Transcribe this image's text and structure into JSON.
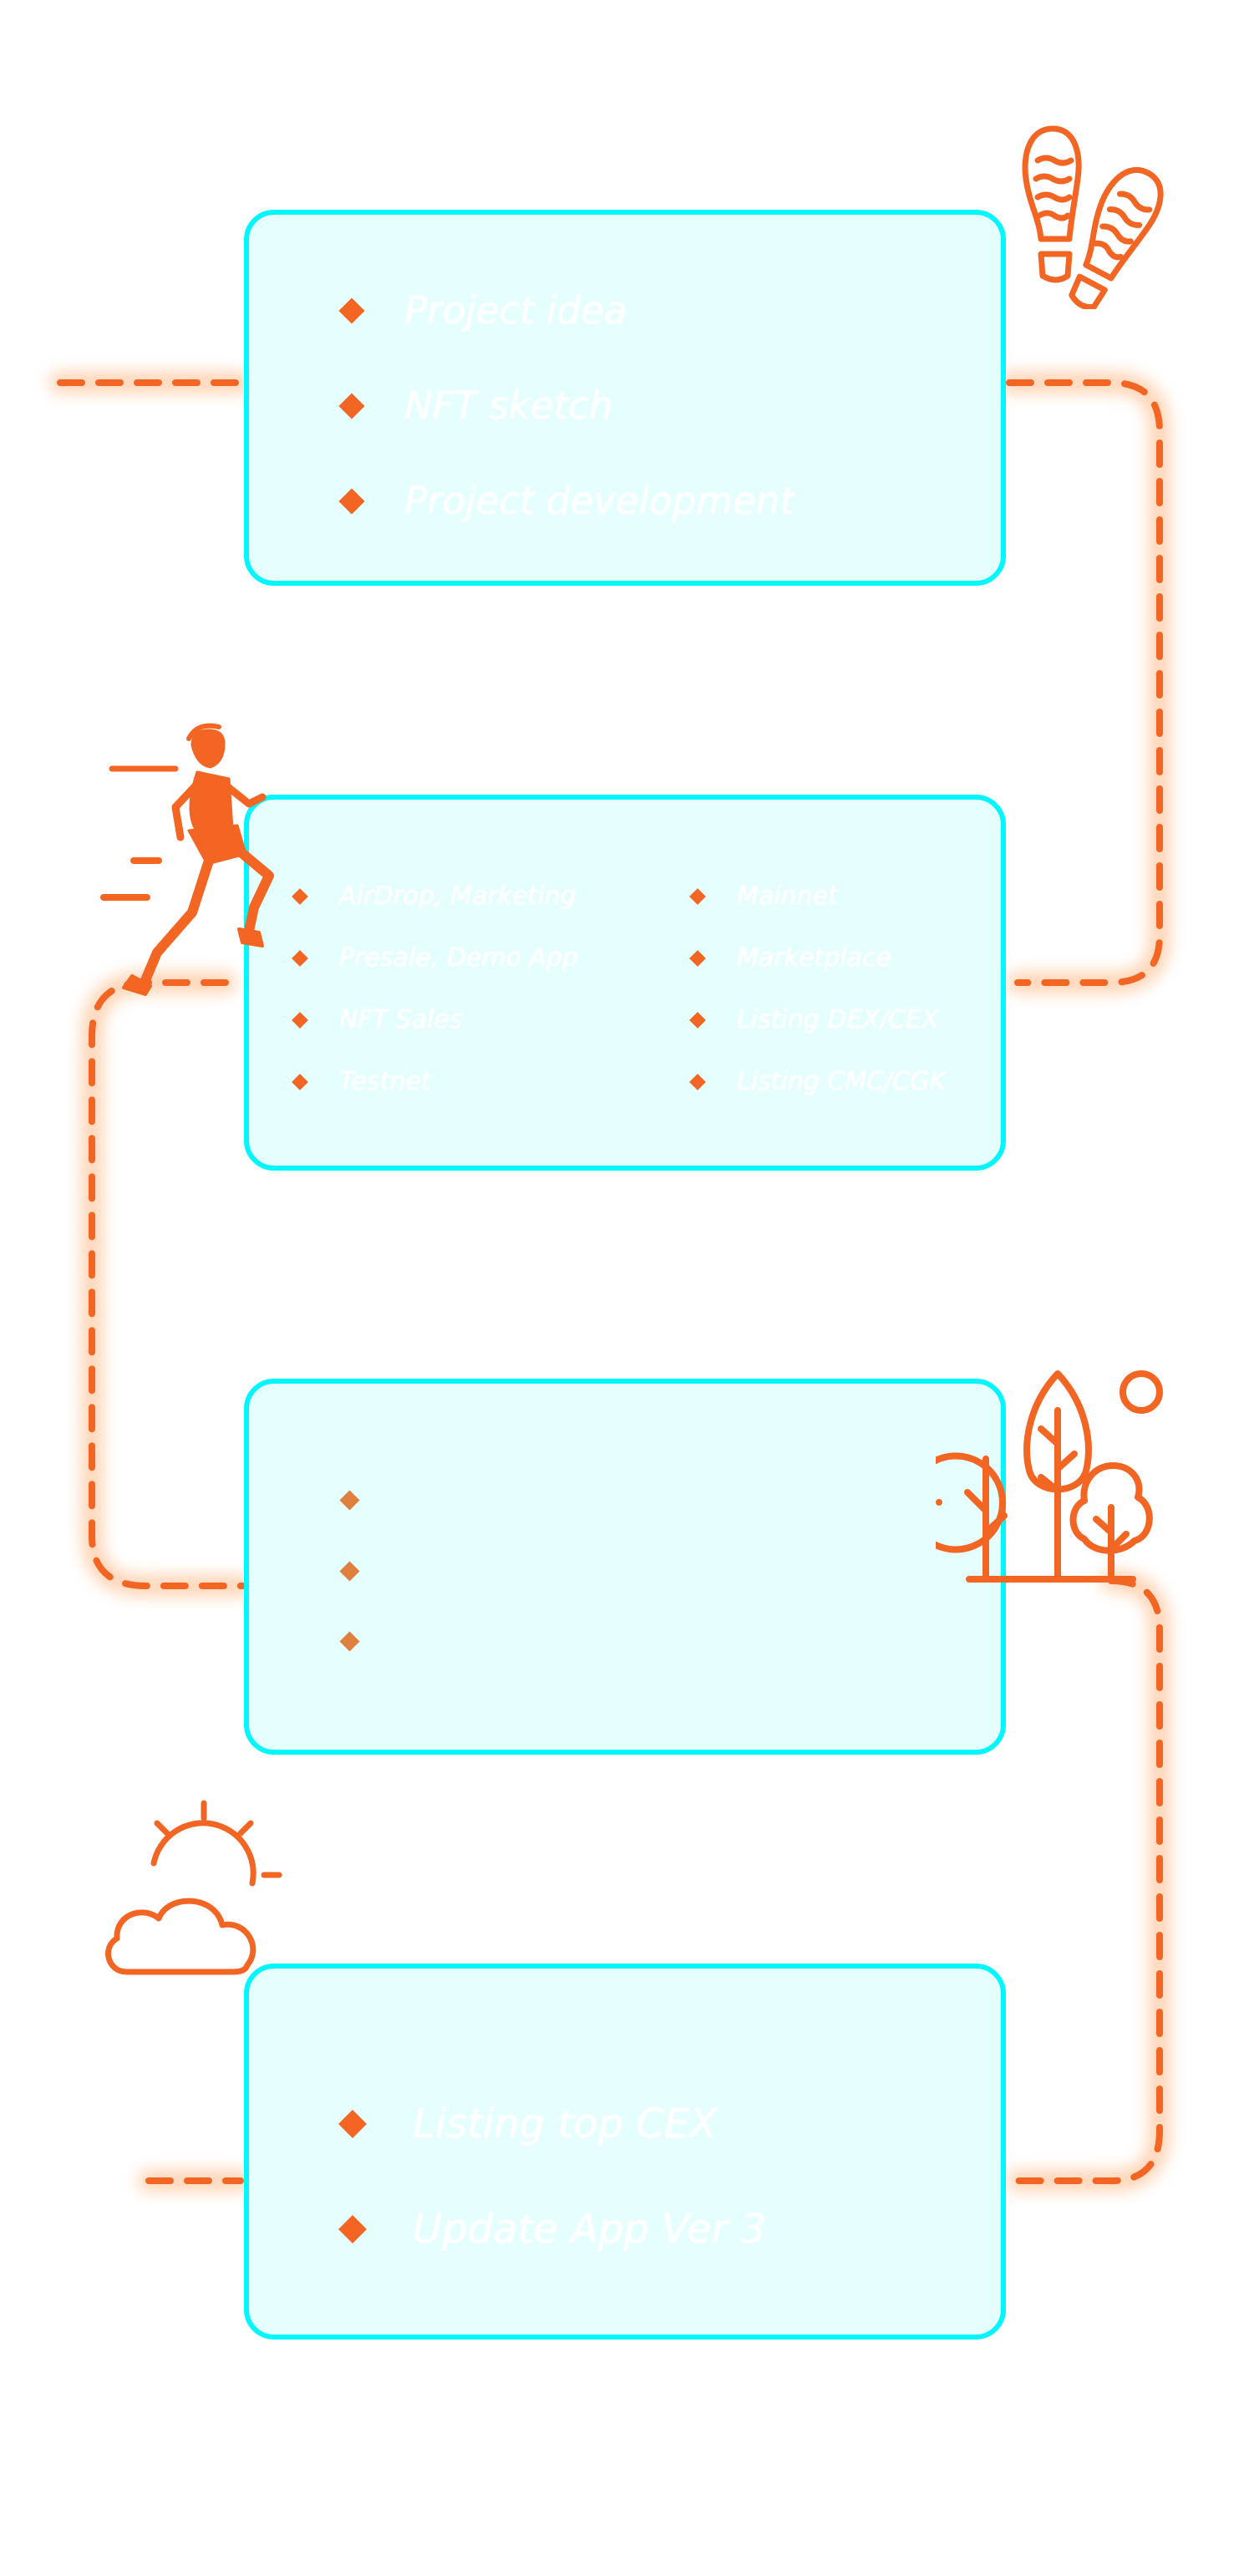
{
  "colors": {
    "accent": "#f26522",
    "card_border": "#00f7ff",
    "card_fill": "#e5fffe",
    "glow": "#ffb27a",
    "text": "#ffffff"
  },
  "stage1": {
    "items": [
      "Project idea",
      "NFT sketch",
      "Project development"
    ]
  },
  "stage2": {
    "left_items": [
      "AirDrop, Marketing",
      "Presale, Demo App",
      "NFT Sales",
      "Testnet"
    ],
    "right_items": [
      "Mainnet",
      "Marketplace",
      "Listing DEX/CEX",
      "Listing CMC/CGK"
    ]
  },
  "stage3": {
    "items": [
      "",
      "",
      ""
    ]
  },
  "stage4": {
    "items": [
      "Listing top CEX",
      "Update App Ver 3"
    ]
  },
  "icons": [
    "footprints-icon",
    "running-man-icon",
    "trees-icon",
    "sun-cloud-icon"
  ]
}
